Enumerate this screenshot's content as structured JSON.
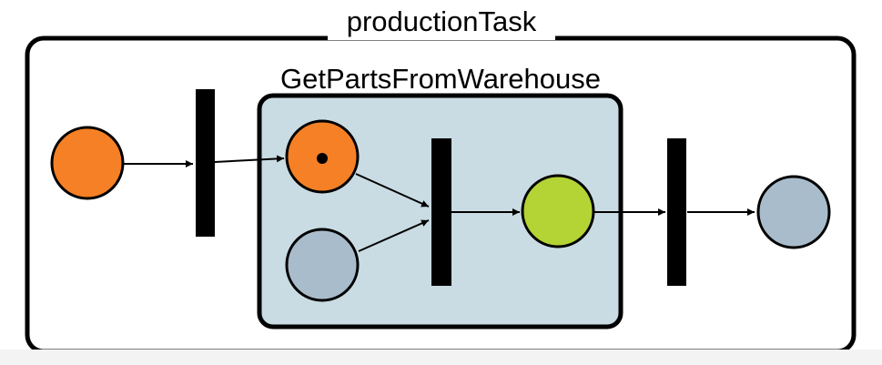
{
  "diagram": {
    "outer_title": "productionTask",
    "inner_title": "GetPartsFromWarehouse",
    "colors": {
      "orange": "#f58025",
      "green": "#b4d334",
      "gray_blue": "#a9bccb",
      "subprocess_fill": "#c9dbe3",
      "stroke": "#000000",
      "footer": "#f3f3f3"
    },
    "places": [
      {
        "id": "start-place",
        "color": "orange",
        "token": false
      },
      {
        "id": "sub-input-place",
        "color": "orange",
        "token": true
      },
      {
        "id": "sub-resource-place",
        "color": "gray_blue",
        "token": false
      },
      {
        "id": "sub-output-place",
        "color": "green",
        "token": false
      },
      {
        "id": "end-place",
        "color": "gray_blue",
        "token": false
      }
    ],
    "transitions": [
      {
        "id": "transition-enter"
      },
      {
        "id": "transition-inner"
      },
      {
        "id": "transition-exit"
      }
    ]
  }
}
